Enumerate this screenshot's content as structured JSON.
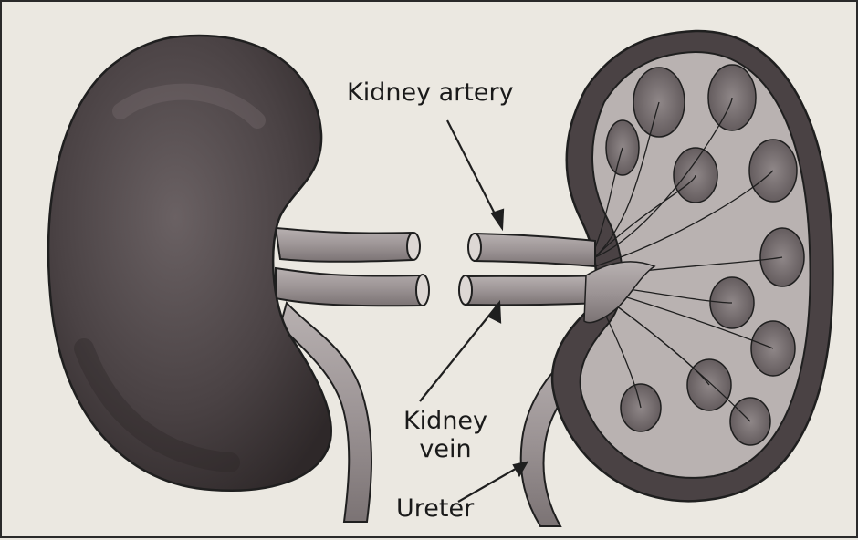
{
  "figure": {
    "labels": {
      "artery": "Kidney artery",
      "vein": "Kidney vein",
      "ureter": "Ureter"
    }
  },
  "colors": {
    "background": "#ebe8e1",
    "kidney_outer": "#4a4244",
    "vessel": "#9d9596",
    "line": "#1f1f1f"
  }
}
